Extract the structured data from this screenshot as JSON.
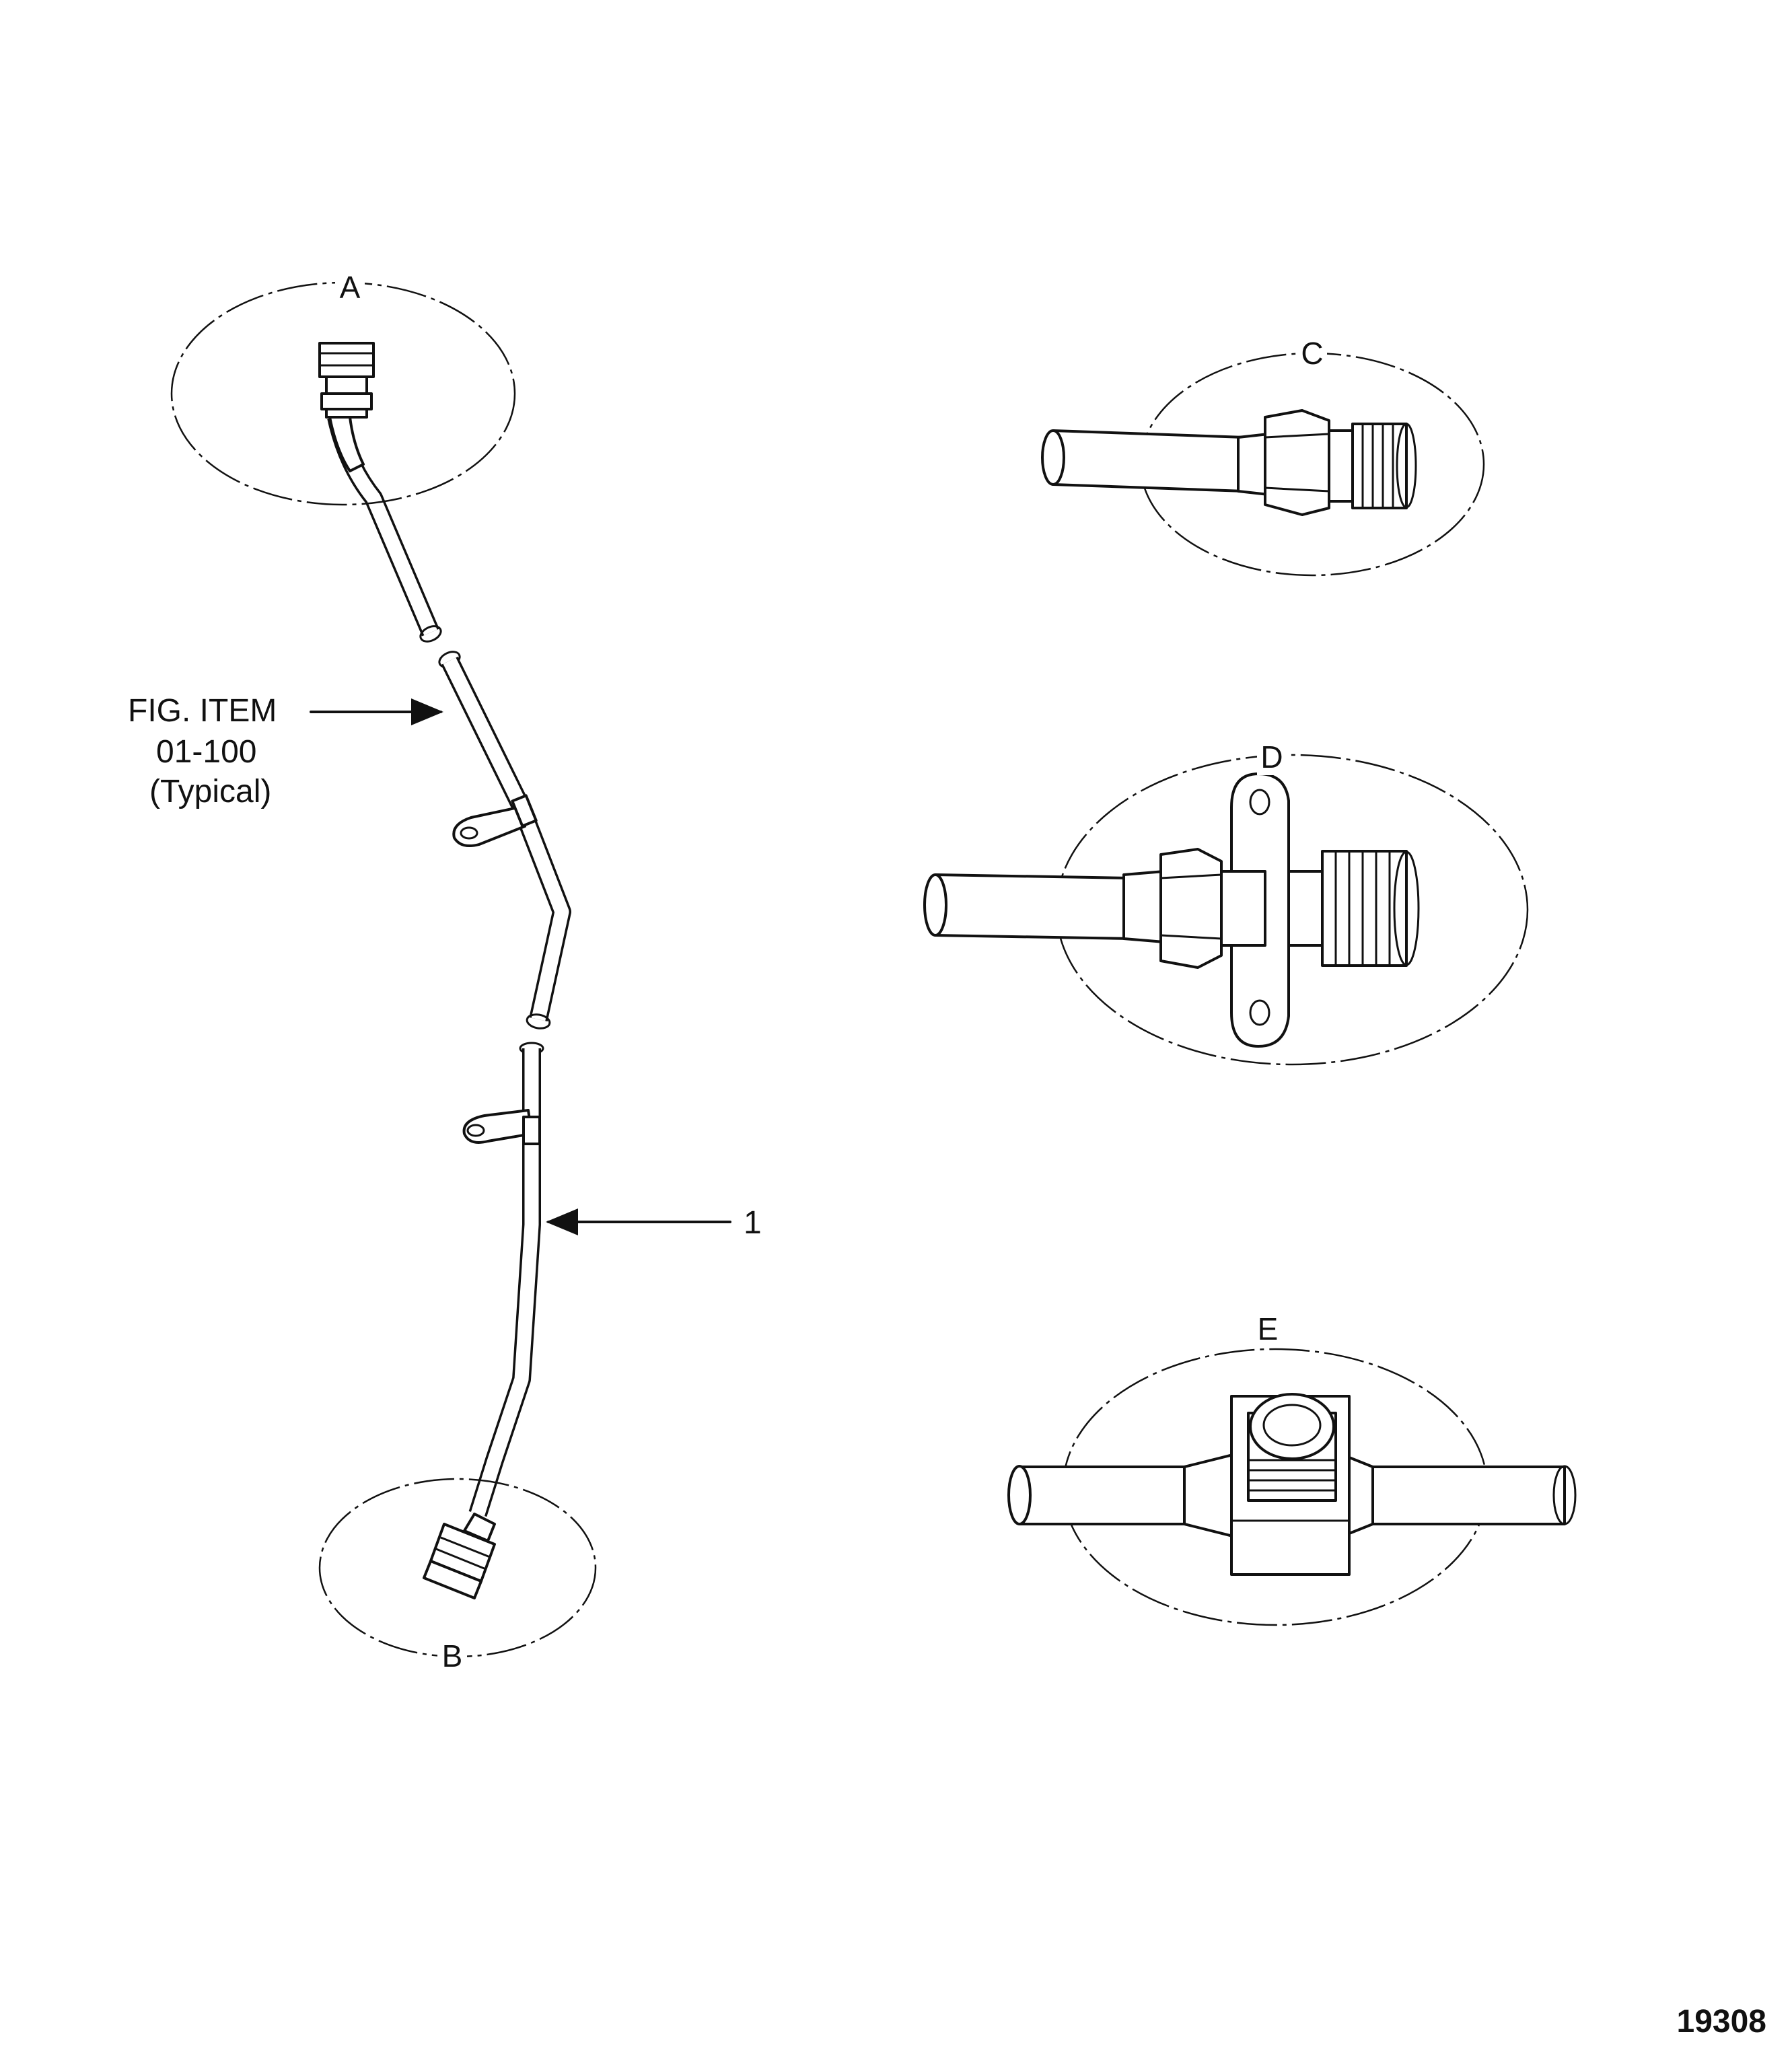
{
  "figure": {
    "number": "19308",
    "callouts": {
      "item_1": "1",
      "fig_item_line1": "FIG. ITEM",
      "fig_item_line2": "01-100",
      "fig_item_line3": "(Typical)"
    },
    "details": {
      "a": "A",
      "b": "B",
      "c": "C",
      "d": "D",
      "e": "E"
    }
  }
}
